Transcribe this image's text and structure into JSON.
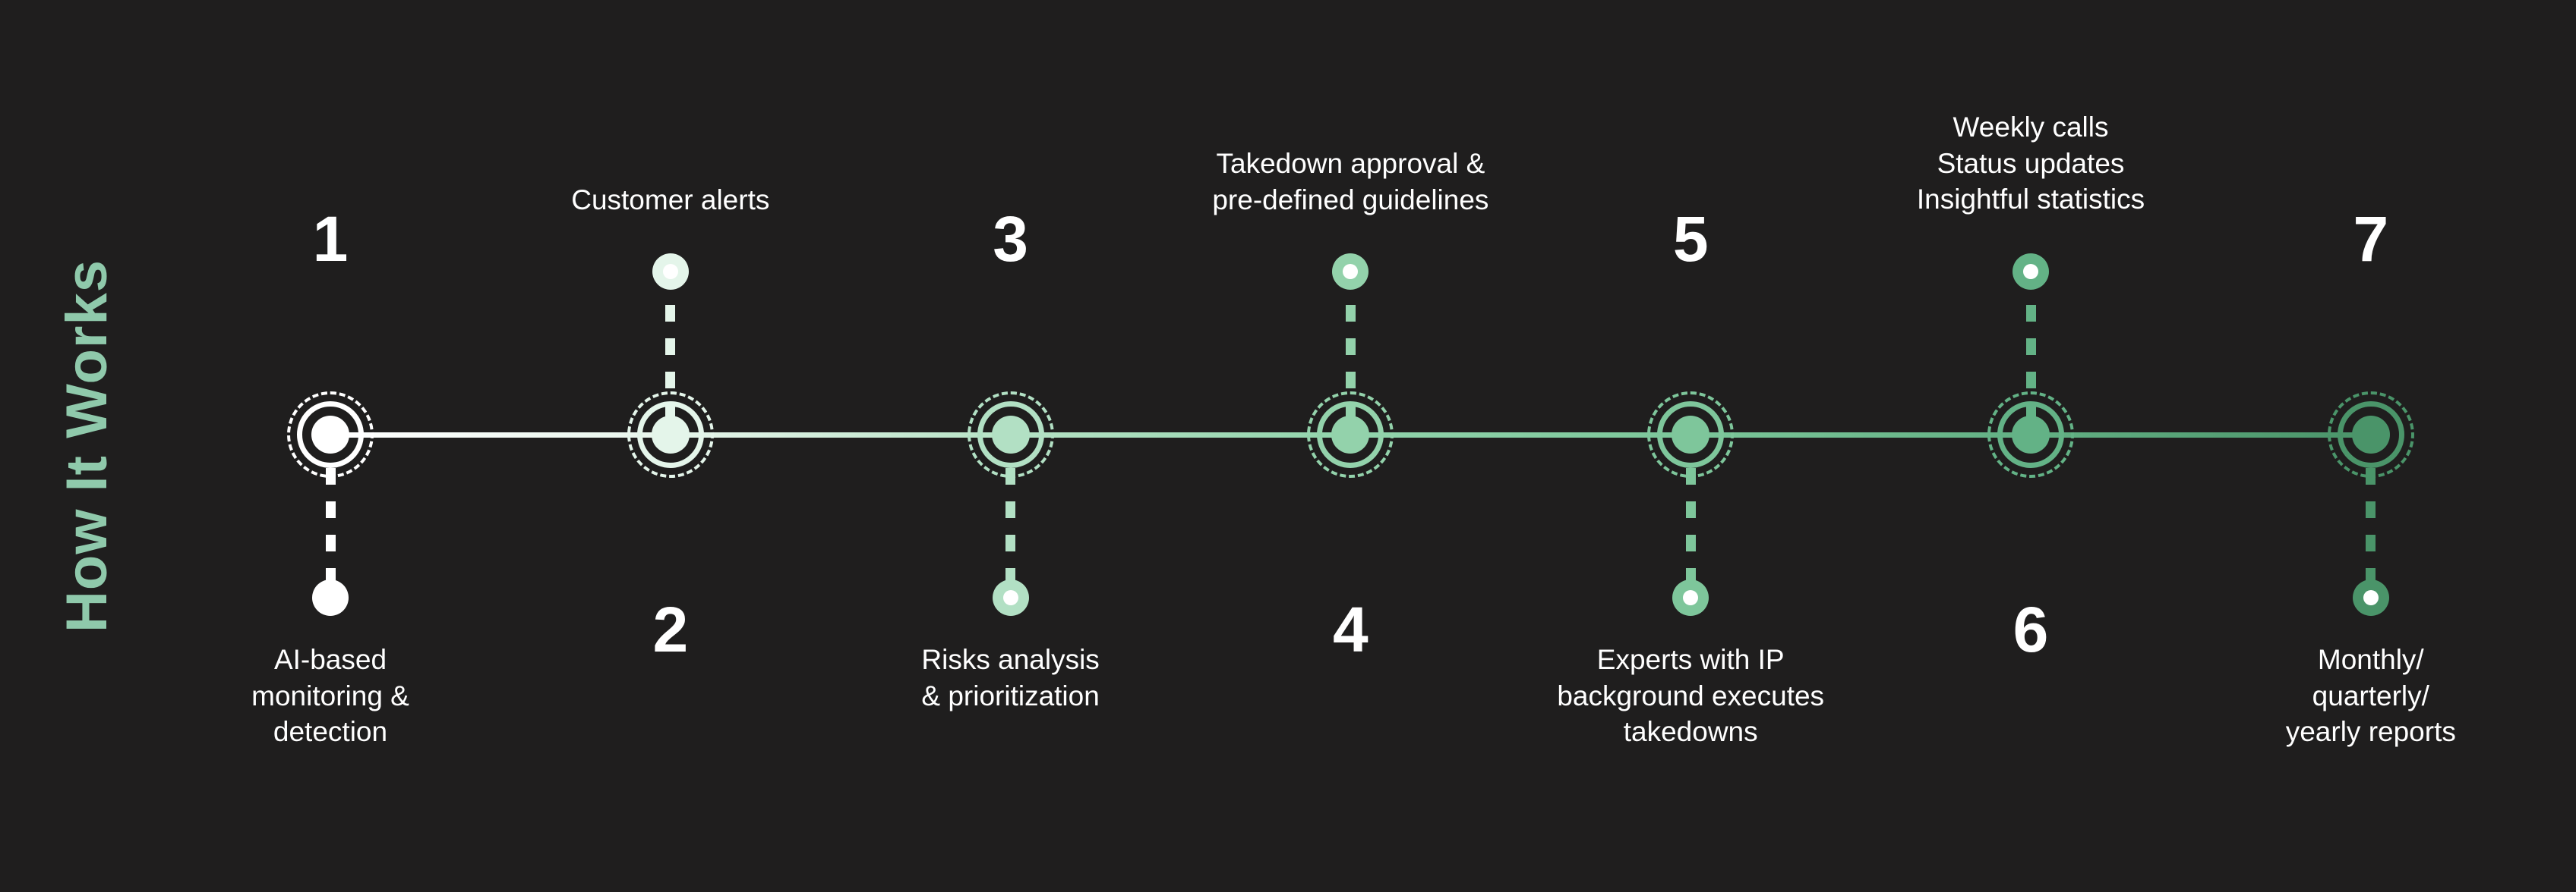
{
  "section": {
    "title": "How It Works",
    "title_color": "#8fc9ab"
  },
  "canvas": {
    "background": "#1f1e1e",
    "text_color": "#ffffff"
  },
  "timeline": {
    "axis_start_color": "#ffffff",
    "axis_end_color": "#4a9469",
    "steps": [
      {
        "number": "1",
        "caption": "AI-based\nmonitoring &\ndetection",
        "caption_side": "bottom",
        "number_side": "top",
        "color": "#ffffff",
        "cap_has_white_eye": false
      },
      {
        "number": "2",
        "caption": "Customer alerts",
        "caption_side": "top",
        "number_side": "bottom",
        "color": "#e4f5ea",
        "cap_has_white_eye": true
      },
      {
        "number": "3",
        "caption": "Risks analysis\n& prioritization",
        "caption_side": "bottom",
        "number_side": "top",
        "color": "#b2e0c4",
        "cap_has_white_eye": true
      },
      {
        "number": "4",
        "caption": "Takedown approval &\npre-defined guidelines",
        "caption_side": "top",
        "number_side": "bottom",
        "color": "#93d2ab",
        "cap_has_white_eye": true
      },
      {
        "number": "5",
        "caption": "Experts with IP\nbackground executes\ntakedowns",
        "caption_side": "bottom",
        "number_side": "top",
        "color": "#7ec69b",
        "cap_has_white_eye": true
      },
      {
        "number": "6",
        "caption": "Weekly calls\nStatus updates\nInsightful statistics",
        "caption_side": "top",
        "number_side": "bottom",
        "color": "#63b286",
        "cap_has_white_eye": true
      },
      {
        "number": "7",
        "caption": "Monthly/\nquarterly/\nyearly reports",
        "caption_side": "bottom",
        "number_side": "top",
        "color": "#4a9469",
        "cap_has_white_eye": true
      }
    ]
  }
}
